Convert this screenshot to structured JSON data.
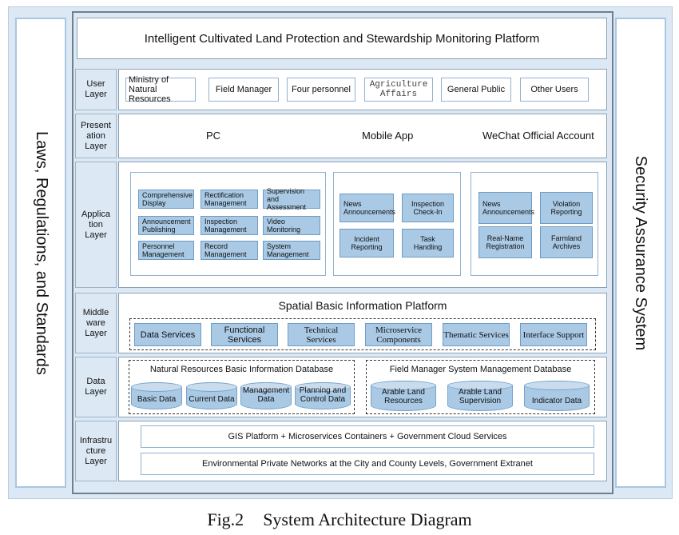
{
  "title": "Intelligent Cultivated Land Protection and Stewardship Monitoring Platform",
  "left_sidebar": "Laws, Regulations, and Standards",
  "right_sidebar": "Security Assurance System",
  "layers": {
    "user": "User Layer",
    "presentation": "Present ation Layer",
    "application": "Applica tion Layer",
    "middleware": "Middle ware Layer",
    "data": "Data Layer",
    "infrastructure": "Infrastru cture Layer"
  },
  "users": [
    "Ministry of Natural Resources",
    "Field Manager",
    "Four personnel",
    "Agriculture Affairs",
    "General Public",
    "Other Users"
  ],
  "presentation": [
    "PC",
    "Mobile App",
    "WeChat Official Account"
  ],
  "app_pc": [
    "Comprehensive Display",
    "Rectification Management",
    "Supervision and Assessment",
    "Announcement Publishing",
    "Inspection Management",
    "Video Monitoring",
    "Personnel Management",
    "Record Management",
    "System Management"
  ],
  "app_mobile": [
    "News Announcements",
    "Inspection Check-In",
    "Incident Reporting",
    "Task Handling"
  ],
  "app_wechat": [
    "News Announcements",
    "Violation Reporting",
    "Real-Name Registration",
    "Farmland Archives"
  ],
  "middleware": {
    "title": "Spatial Basic Information Platform",
    "items": [
      "Data Services",
      "Functional Services",
      "Technical Services",
      "Microservice Components",
      "Thematic Services",
      "Interface Support"
    ]
  },
  "data": {
    "left_title": "Natural Resources Basic Information Database",
    "left_items": [
      "Basic Data",
      "Current Data",
      "Management Data",
      "Planning and Control Data"
    ],
    "right_title": "Field Manager System Management Database",
    "right_items": [
      "Arable Land Resources",
      "Arable Land Supervision",
      "Indicator Data"
    ]
  },
  "infrastructure": [
    "GIS Platform + Microservices Containers + Government Cloud Services",
    "Environmental Private Networks at the City and County Levels, Government Extranet"
  ],
  "caption": {
    "number": "Fig.2",
    "text": "System Architecture Diagram"
  }
}
